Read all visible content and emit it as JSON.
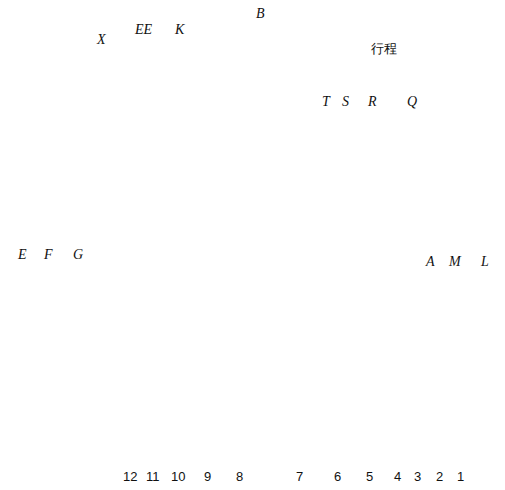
{
  "diagram": {
    "labels": [
      "B",
      "X",
      "EE",
      "K",
      "行程",
      "T",
      "S",
      "R",
      "Q",
      "E",
      "F",
      "G",
      "A",
      "M",
      "L",
      "12",
      "11",
      "10",
      "9",
      "8",
      "7",
      "6",
      "5",
      "4",
      "3",
      "2",
      "1"
    ]
  }
}
